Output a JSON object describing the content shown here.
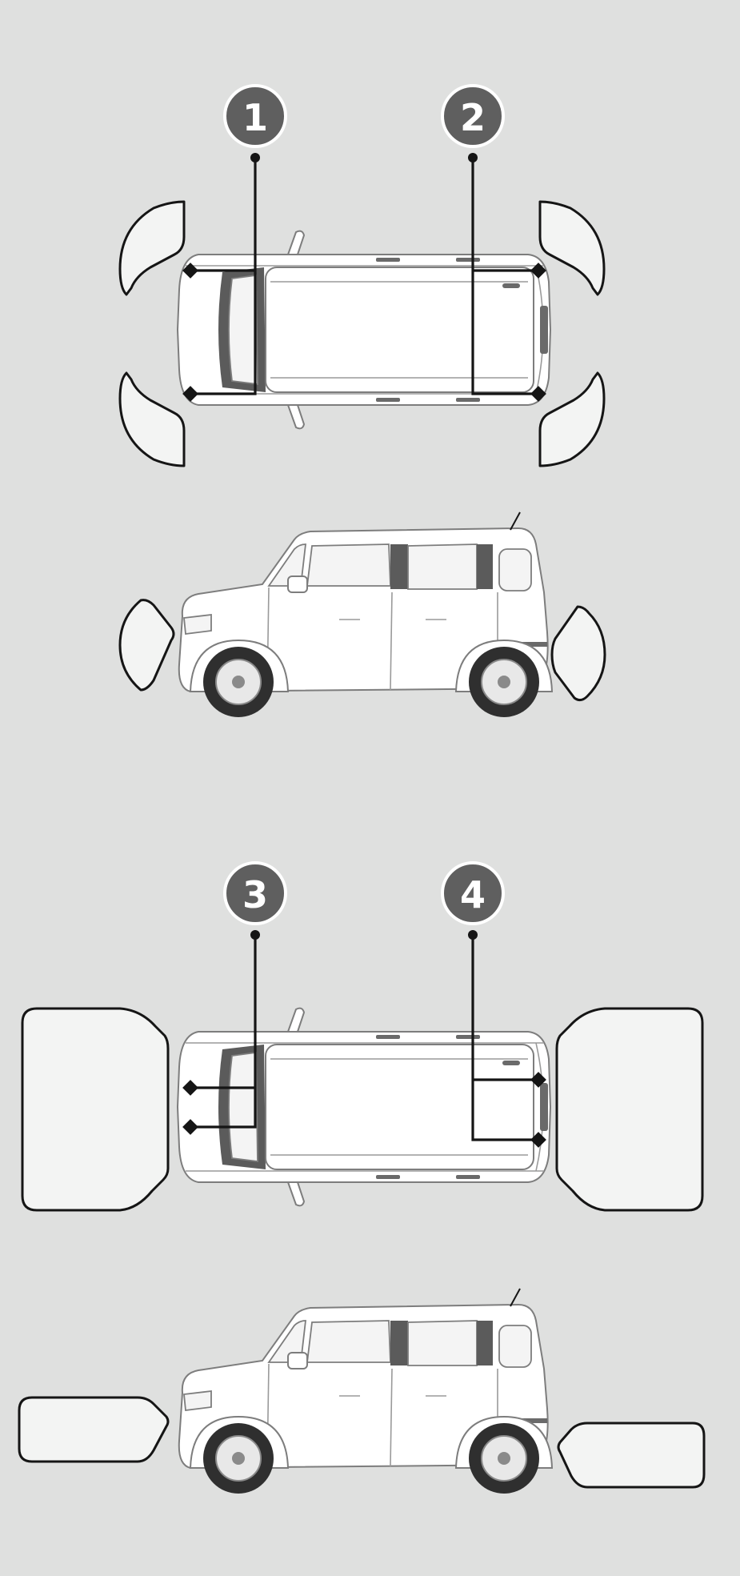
{
  "badges": [
    {
      "label": "1"
    },
    {
      "label": "2"
    },
    {
      "label": "3"
    },
    {
      "label": "4"
    }
  ]
}
